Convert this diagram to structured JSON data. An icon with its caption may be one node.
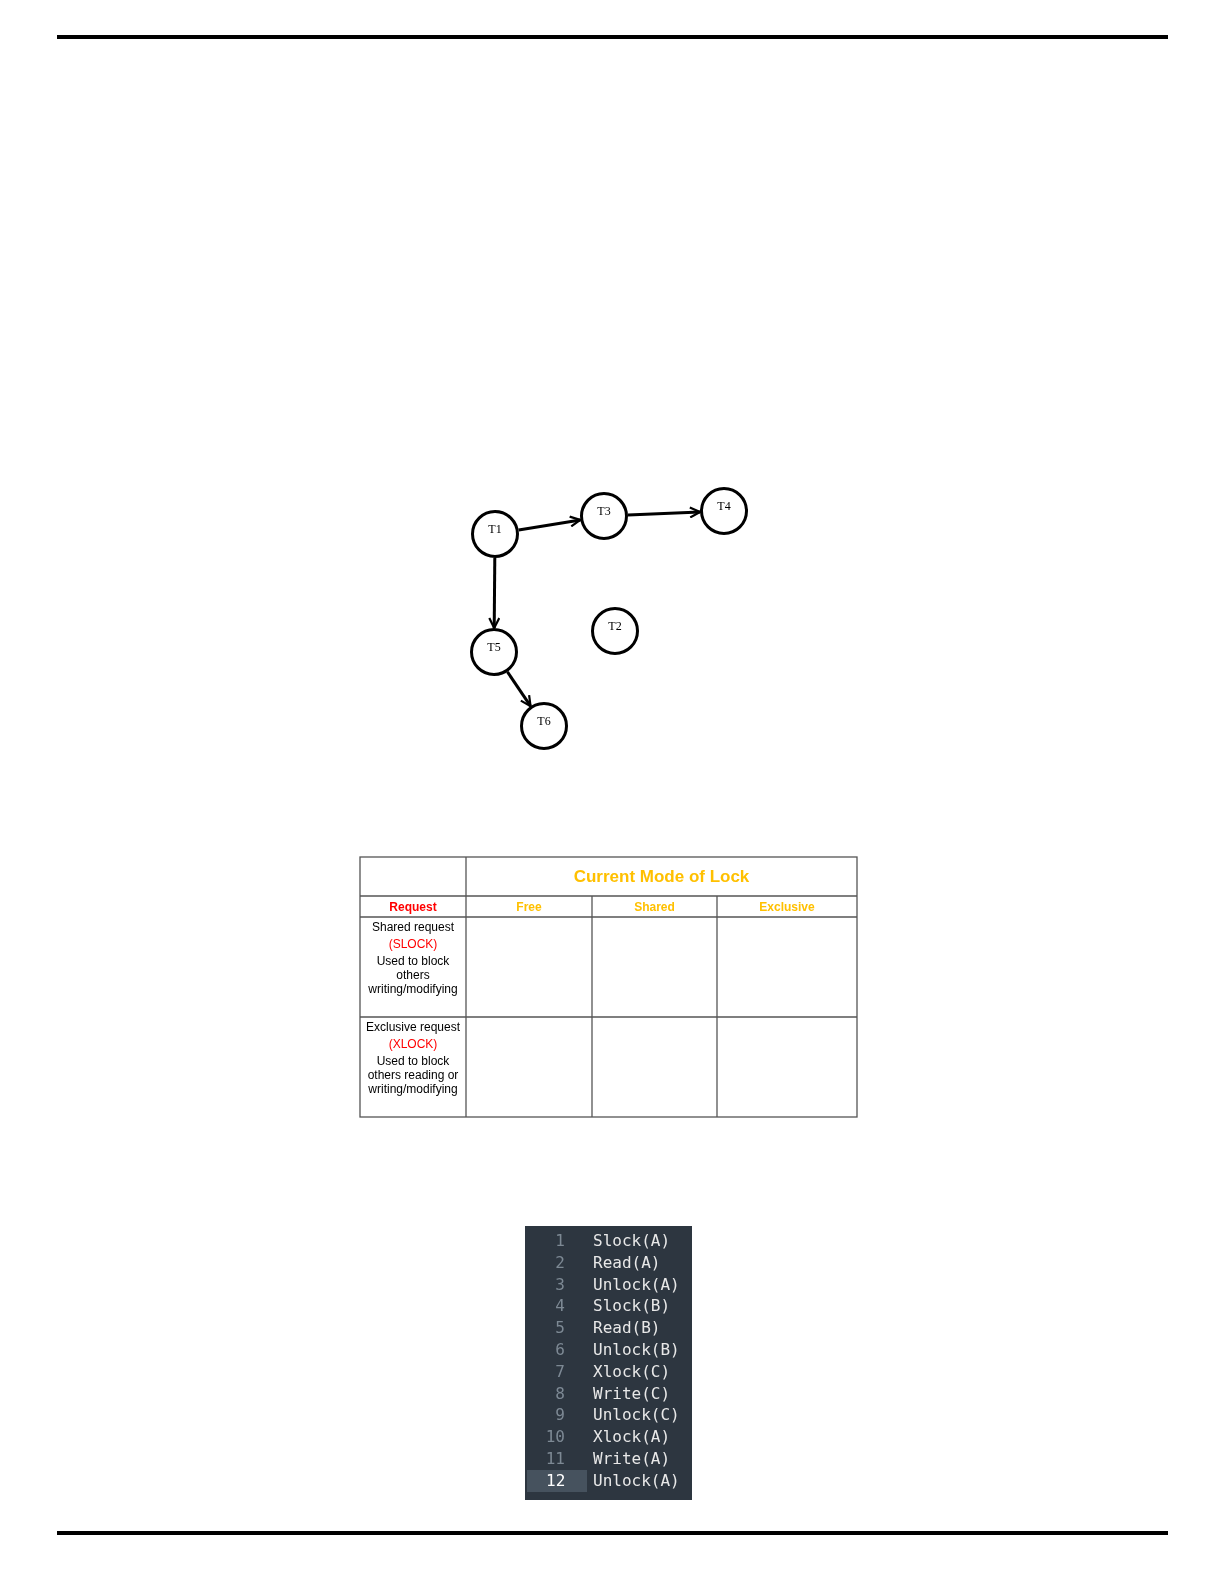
{
  "diagram": {
    "nodes": [
      {
        "text": [
          "T1"
        ]
      },
      {
        "text": [
          "T3"
        ]
      },
      {
        "text": [
          "T4"
        ]
      },
      {
        "text": [
          "T2"
        ]
      },
      {
        "text": [
          "T5"
        ]
      },
      {
        "text": [
          "T6"
        ]
      }
    ],
    "edges": [
      {
        "from": 0,
        "to": 1,
        "arrow": "to"
      },
      {
        "from": 1,
        "to": 2,
        "arrow": "to"
      },
      {
        "from": 0,
        "to": 4,
        "arrow": "to"
      },
      {
        "from": 4,
        "to": 5,
        "arrow": "to"
      }
    ],
    "labels": [
      "Current Mode of Lock",
      "Request",
      "Free",
      "Shared",
      "Exclusive",
      "Shared request",
      "(SLOCK)",
      "Used to block others writing/modifying",
      "Exclusive request",
      "(XLOCK)",
      "Used to block others reading or writing/modifying",
      "1",
      "Slock(A)",
      "2",
      "Read(A)",
      "3",
      "Unlock(A)",
      "4",
      "Slock(B)",
      "5",
      "Read(B)",
      "6",
      "Unlock(B)",
      "7",
      "Xlock(C)",
      "8",
      "Write(C)",
      "9",
      "Unlock(C)",
      "10",
      "Xlock(A)",
      "11",
      "Write(A)",
      "12",
      "Unlock(A)"
    ]
  }
}
